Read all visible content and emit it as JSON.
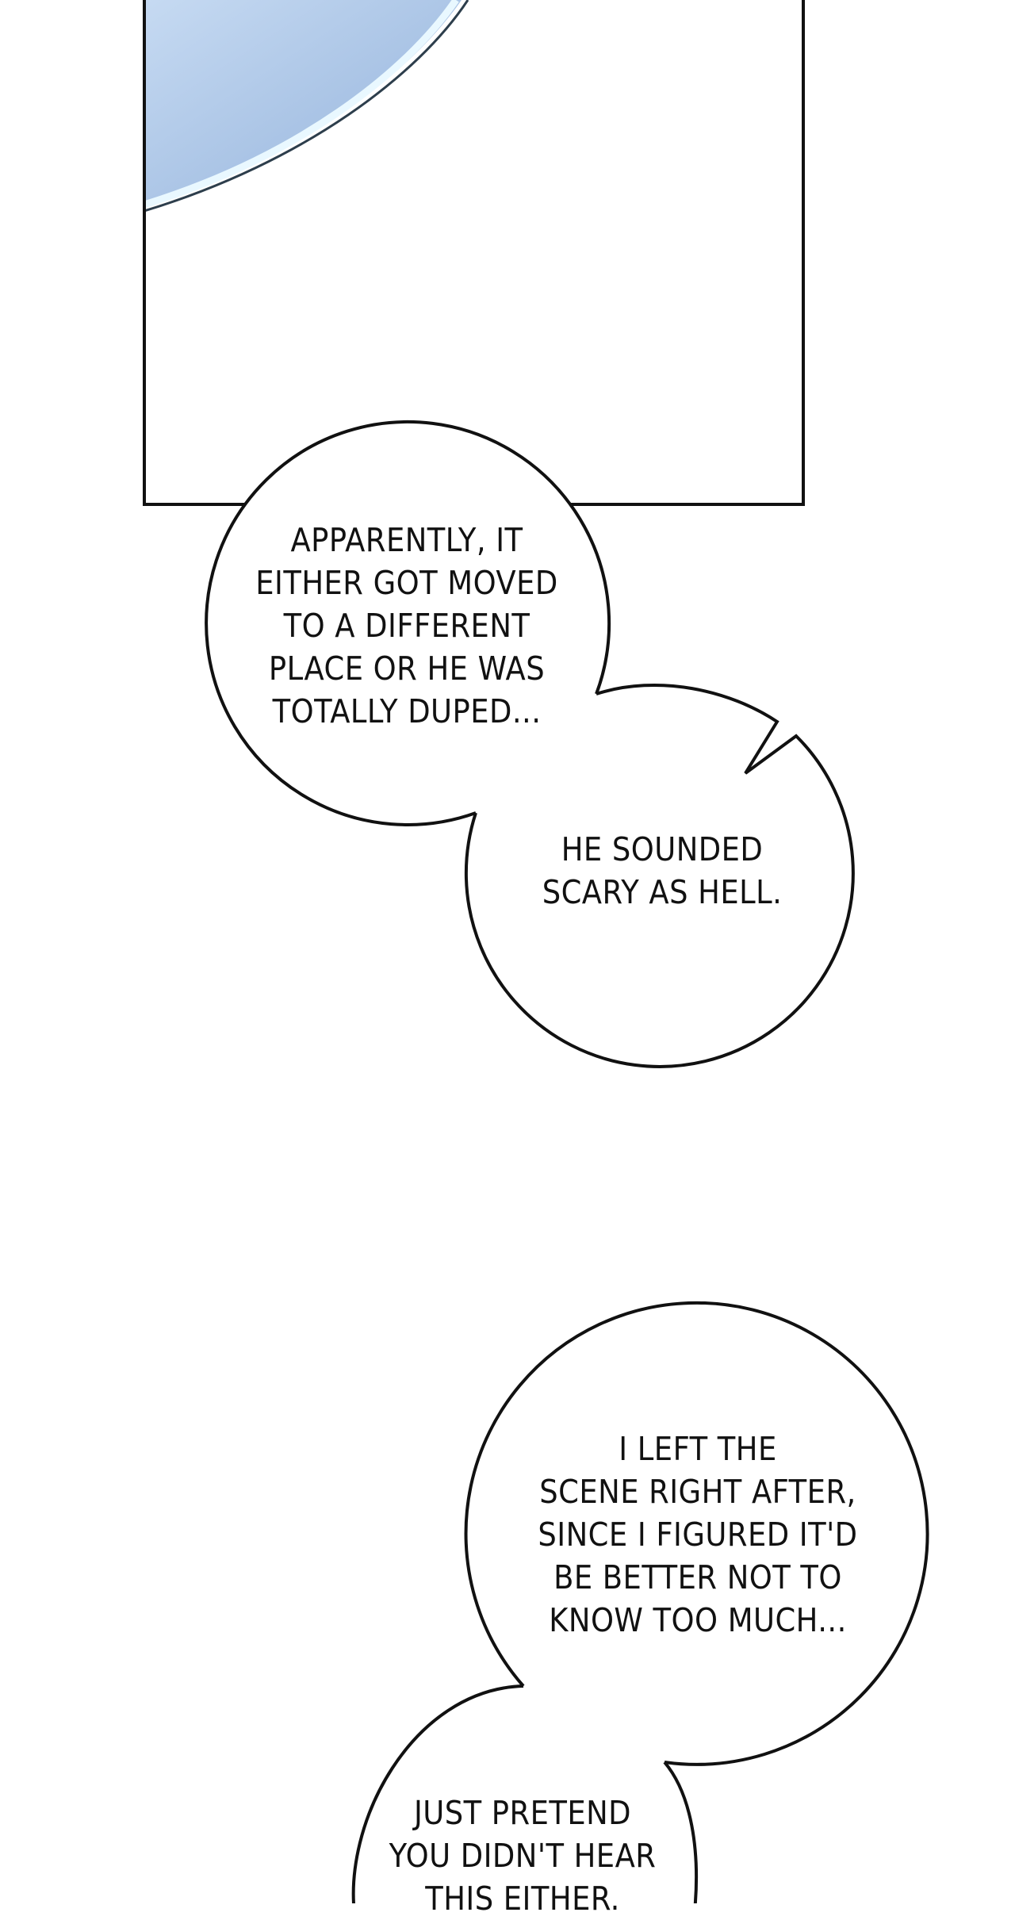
{
  "page": {
    "background": "#ffffff",
    "ink_color": "#111111"
  },
  "panel": {
    "art_colors": {
      "sky_light": "#c6daf2",
      "sky_dark": "#93b2db",
      "edge_highlight": "#e9f8ff",
      "edge_shadow": "#2d3e4c"
    }
  },
  "bubbles": [
    {
      "lines": [
        "APPARENTLY, IT",
        "EITHER GOT MOVED",
        "TO A DIFFERENT",
        "PLACE OR HE WAS",
        "TOTALLY DUPED..."
      ]
    },
    {
      "lines": [
        "HE SOUNDED",
        "SCARY AS HELL."
      ]
    },
    {
      "lines": [
        "I LEFT THE",
        "SCENE RIGHT AFTER,",
        "SINCE I FIGURED IT'D",
        "BE BETTER NOT TO",
        "KNOW TOO MUCH..."
      ]
    },
    {
      "lines": [
        "JUST PRETEND",
        "YOU DIDN'T HEAR",
        "THIS EITHER."
      ]
    }
  ]
}
